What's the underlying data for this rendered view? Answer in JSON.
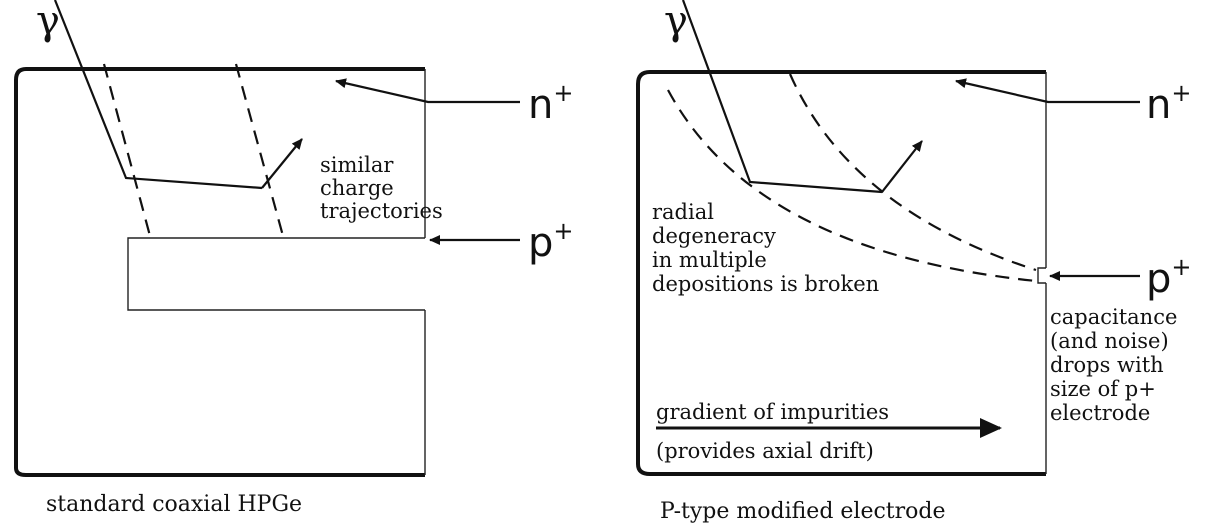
{
  "left_panel": {
    "gamma": "γ",
    "n_plus": {
      "base": "n",
      "sup": "+"
    },
    "p_plus": {
      "base": "p",
      "sup": "+"
    },
    "note": [
      "similar",
      "charge",
      "trajectories"
    ],
    "caption": "standard coaxial HPGe"
  },
  "right_panel": {
    "gamma": "γ",
    "n_plus": {
      "base": "n",
      "sup": "+"
    },
    "p_plus": {
      "base": "p",
      "sup": "+"
    },
    "note": [
      "radial",
      "degeneracy",
      "in multiple",
      "depositions is broken"
    ],
    "side_note": [
      "capacitance",
      "(and noise)",
      "drops with",
      "size of p+",
      "electrode"
    ],
    "gradient": [
      "gradient of impurities",
      "(provides axial drift)"
    ],
    "caption": "P-type modified electrode"
  }
}
